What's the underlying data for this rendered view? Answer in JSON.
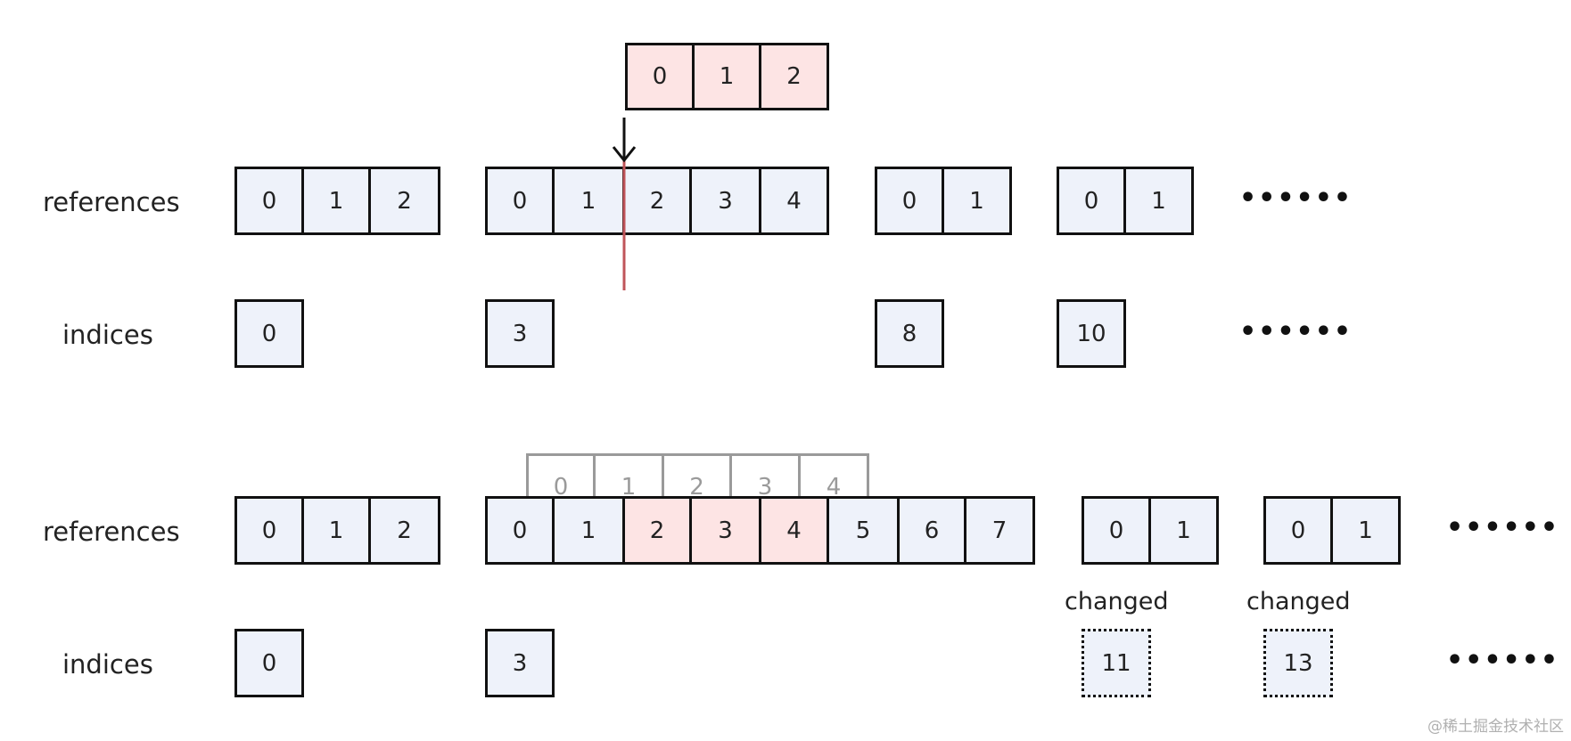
{
  "labels": {
    "references": "references",
    "indices": "indices",
    "changed": "changed",
    "ellipsis": "••••••",
    "watermark": "@稀土掘金技术社区"
  },
  "colors": {
    "cell_fill": "#eef2fa",
    "highlight_fill": "#fde4e4",
    "border": "#111111",
    "ghost": "#9a9a9a",
    "insert_line": "#c0555a"
  },
  "top": {
    "insert_block": [
      "0",
      "1",
      "2"
    ],
    "references": [
      [
        "0",
        "1",
        "2"
      ],
      [
        "0",
        "1",
        "2",
        "3",
        "4"
      ],
      [
        "0",
        "1"
      ],
      [
        "0",
        "1"
      ]
    ],
    "indices": [
      "0",
      "3",
      "8",
      "10"
    ]
  },
  "bottom": {
    "ghost_block": [
      "0",
      "1",
      "2",
      "3",
      "4"
    ],
    "references": [
      [
        "0",
        "1",
        "2"
      ],
      [
        "0",
        "1",
        "2",
        "3",
        "4",
        "5",
        "6",
        "7"
      ],
      [
        "0",
        "1"
      ],
      [
        "0",
        "1"
      ]
    ],
    "highlighted_cells": [
      "2",
      "3",
      "4"
    ],
    "indices": [
      "0",
      "3",
      "11",
      "13"
    ]
  }
}
